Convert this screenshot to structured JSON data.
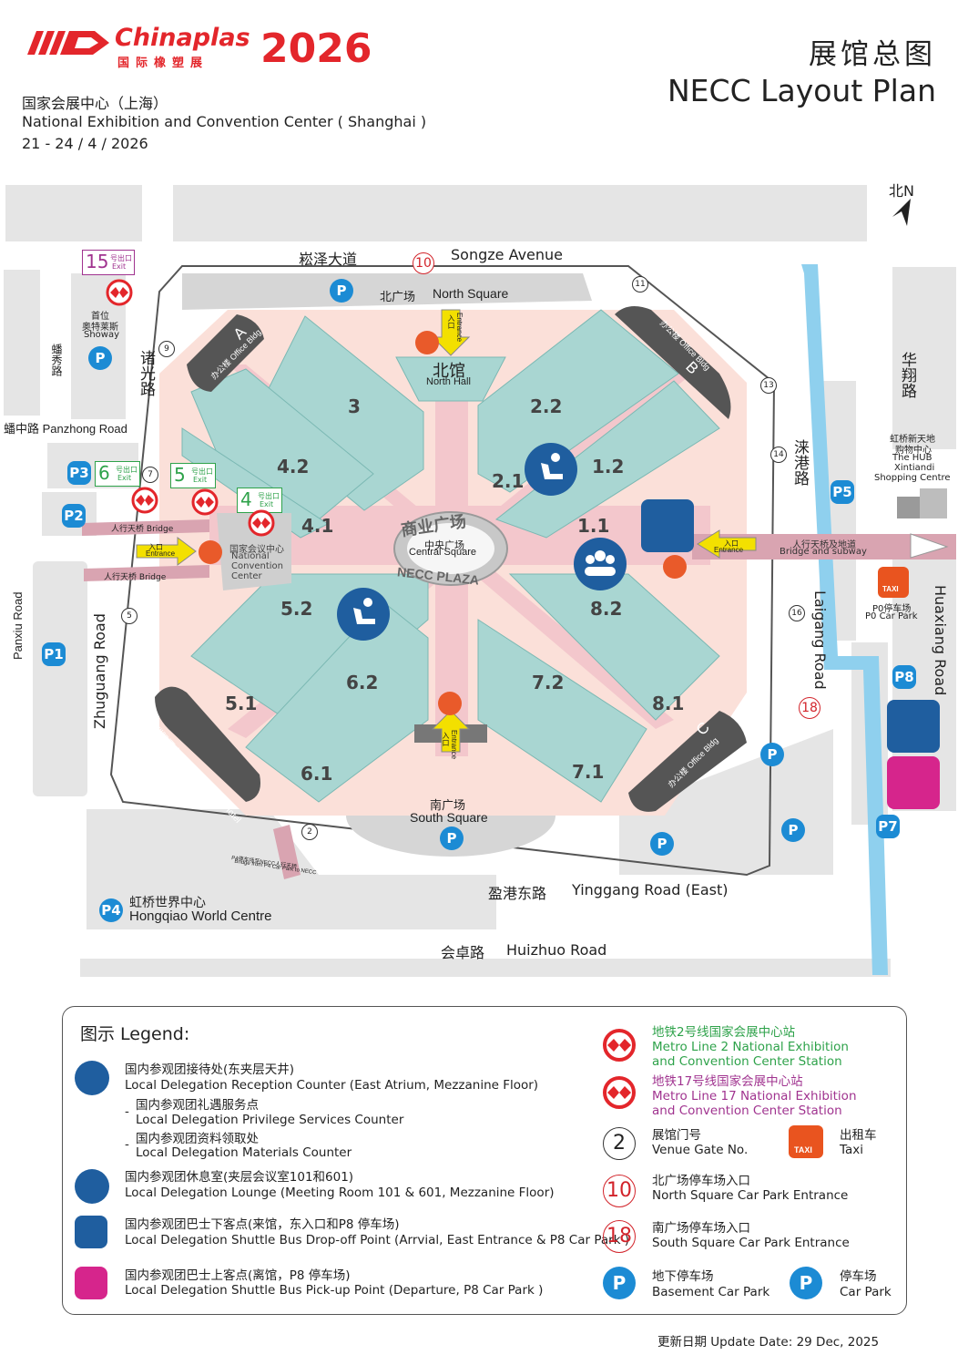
{
  "header": {
    "brand_name": "Chinaplas",
    "brand_cn": "国际橡塑展",
    "brand_year": "2026",
    "venue_cn": "国家会展中心（上海）",
    "venue_en": "National Exhibition and Convention Center ( Shanghai )",
    "dates": "21 - 24 / 4 / 2026",
    "title_cn": "展馆总图",
    "title_en": "NECC Layout Plan"
  },
  "compass": {
    "label": "北N"
  },
  "roads": {
    "north_cn": "崧泽大道",
    "north_en": "Songze Avenue",
    "south_cn": "盈港东路",
    "south_en": "Yinggang Road (East)",
    "huizhuo_cn": "会卓路",
    "huizhuo_en": "Huizhuo Road",
    "west_cn": "诸光路",
    "west_en": "Zhuguang Road",
    "east_cn": "涞港路",
    "east_en": "Laigang Road",
    "huaxiang_cn": "华翔路",
    "huaxiang_en": "Huaxiang Road",
    "panzhong": "蟠中路 Panzhong Road",
    "panxiu_cn": "蟠秀路",
    "panxiu_en": "Panxiu Road"
  },
  "halls": [
    "3",
    "2.2",
    "4.2",
    "2.1",
    "1.2",
    "4.1",
    "1.1",
    "5.2",
    "8.2",
    "6.2",
    "7.2",
    "5.1",
    "8.1",
    "6.1",
    "7.1"
  ],
  "areas": {
    "north_square_cn": "北广场",
    "north_square_en": "North Square",
    "north_hall_cn": "北馆",
    "north_hall_en": "North Hall",
    "central_cn": "中央广场",
    "central_en": "Central Square",
    "plaza_cn": "商业广场",
    "plaza_en": "NECC PLAZA",
    "south_square_cn": "南广场",
    "south_square_en": "South Square",
    "office_a_cn": "办公楼",
    "office_a_en": "Office Bldg",
    "office_a_letter": "A",
    "office_b_cn": "办公楼",
    "office_b_en": "Office Bldg",
    "office_b_letter": "B",
    "office_c_cn": "办公楼",
    "office_c_en": "Office Bldg",
    "office_c_letter": "C",
    "hotel_cn": "洲际酒店",
    "hotel_en": "InterContinental Hotel",
    "convention_cn": "国家会议中心",
    "convention_en1": "National",
    "convention_en2": "Convention",
    "convention_en3": "Center",
    "hongqiao_cn": "虹桥世界中心",
    "hongqiao_en": "Hongqiao World Centre",
    "hub_cn1": "虹桥新天地",
    "hub_cn2": "购物中心",
    "hub_en1": "The HUB",
    "hub_en2": "Xintiandi",
    "hub_en3": "Shopping Centre",
    "showay_cn1": "首位",
    "showay_cn2": "奥特莱斯",
    "showay_en": "Showay",
    "bridge_subway_cn": "人行天桥及地道",
    "bridge_subway_en": "Bridge and subway",
    "bridge_cn": "人行天桥",
    "bridge_en": "Bridge",
    "entrance_cn": "入口",
    "entrance_en": "Entrance",
    "p4_bridge_cn": "P4停车场至NECC人行天桥",
    "p4_bridge_en": "Bridge from P4 Car Park to NECC",
    "p0_cn": "P0停车场",
    "p0_en": "P0 Car Park",
    "taxi": "TAXI"
  },
  "exits": [
    {
      "num": "15",
      "cn": "号出口",
      "en": "Exit"
    },
    {
      "num": "6",
      "cn": "号出口",
      "en": "Exit"
    },
    {
      "num": "5",
      "cn": "号出口",
      "en": "Exit"
    },
    {
      "num": "4",
      "cn": "号出口",
      "en": "Exit"
    }
  ],
  "parking": [
    "P",
    "P3",
    "P2",
    "P1",
    "P5",
    "P8",
    "P7",
    "P4",
    "P",
    "P",
    "P",
    "P"
  ],
  "gates": [
    "10",
    "11",
    "9",
    "13",
    "14",
    "7",
    "5",
    "16",
    "18",
    "2"
  ],
  "legend": {
    "title": "图示 Legend:",
    "reception_cn": "国内参观团接待处(东夹层天井)",
    "reception_en": "Local Delegation Reception Counter (East Atrium, Mezzanine Floor)",
    "privilege_cn": "国内参观团礼遇服务点",
    "privilege_en": "Local Delegation Privilege Services Counter",
    "materials_cn": "国内参观团资料领取处",
    "materials_en": "Local Delegation Materials Counter",
    "lounge_cn": "国内参观团休息室(夹层会议室101和601)",
    "lounge_en": "Local Delegation Lounge (Meeting Room 101 & 601, Mezzanine Floor)",
    "dropoff_cn": "国内参观团巴士下客点(来馆，东入口和P8 停车场)",
    "dropoff_en": "Local Delegation Shuttle Bus Drop-off Point (Arrvial, East Entrance & P8 Car Park )",
    "pickup_cn": "国内参观团巴士上客点(离馆，P8 停车场)",
    "pickup_en": "Local Delegation Shuttle Bus Pick-up Point (Departure, P8 Car Park )",
    "metro2_cn": "地铁2号线国家会展中心站",
    "metro2_en1": "Metro Line 2 National Exhibition",
    "metro2_en2": "and Convention Center Station",
    "metro17_cn": "地铁17号线国家会展中心站",
    "metro17_en1": "Metro Line 17 National Exhibition",
    "metro17_en2": "and Convention Center Station",
    "gate_num": "2",
    "gate_cn": "展馆门号",
    "gate_en": "Venue Gate No.",
    "taxi_cn": "出租车",
    "taxi_en": "Taxi",
    "taxi_badge": "TAXI",
    "nsq_num": "10",
    "nsq_cn": "北广场停车场入口",
    "nsq_en": "North Square Car Park Entrance",
    "ssq_num": "18",
    "ssq_cn": "南广场停车场入口",
    "ssq_en": "South Square Car Park Entrance",
    "basement_cn": "地下停车场",
    "basement_en": "Basement Car Park",
    "carpark_cn": "停车场",
    "carpark_en": "Car Park",
    "p_letter": "P"
  },
  "footer": {
    "update": "更新日期 Update Date: 29 Dec, 2025"
  },
  "colors": {
    "hall": "#a9d6d2",
    "plaza": "#f3c7cc",
    "road": "#e6e6e6",
    "accent": "#e3262b",
    "metro2": "#2ea24a",
    "metro17": "#a0338f",
    "delegation": "#1f5e9f",
    "pickup": "#d6258c"
  }
}
